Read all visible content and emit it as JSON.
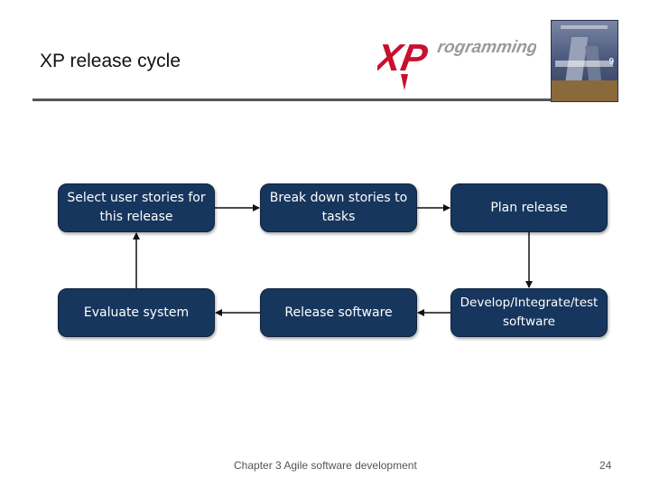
{
  "slide": {
    "title": "XP release cycle",
    "footer": "Chapter 3 Agile software development",
    "page_number": "24"
  },
  "logo": {
    "text_xp": "XP",
    "text_rest": "rogramming",
    "color_red": "#c8102e",
    "color_grey": "#9a9a9a"
  },
  "diagram": {
    "nodes": {
      "select": "Select user stories for this release",
      "breakdown": "Break down stories to tasks",
      "plan": "Plan release",
      "evaluate": "Evaluate system",
      "release": "Release software",
      "develop": "Develop/Integrate/test software"
    },
    "edges": [
      {
        "from": "select",
        "to": "breakdown"
      },
      {
        "from": "breakdown",
        "to": "plan"
      },
      {
        "from": "plan",
        "to": "develop"
      },
      {
        "from": "develop",
        "to": "release"
      },
      {
        "from": "release",
        "to": "evaluate"
      },
      {
        "from": "evaluate",
        "to": "select"
      }
    ],
    "box_color": "#17365d"
  }
}
